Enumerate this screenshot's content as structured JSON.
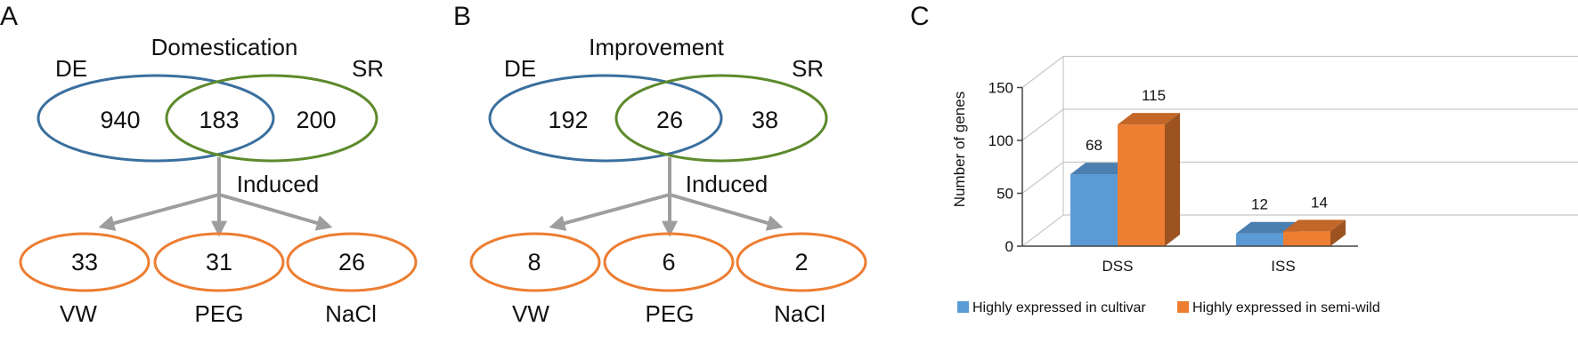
{
  "colors": {
    "de_circle": "#3a6f9e",
    "sr_circle": "#5d8a2c",
    "induced_circle": "#ed7d31",
    "arrow": "#9e9e9e",
    "series_cultivar": "#5b9bd5",
    "series_semiwild": "#ed7d31",
    "gridline": "#c8c8c8"
  },
  "panelA": {
    "letter": "A",
    "title": "Domestication",
    "left_label": "DE",
    "right_label": "SR",
    "left_only": "940",
    "overlap": "183",
    "right_only": "200",
    "induced_label": "Induced",
    "induced": [
      {
        "value": "33",
        "label": "VW"
      },
      {
        "value": "31",
        "label": "PEG"
      },
      {
        "value": "26",
        "label": "NaCl"
      }
    ]
  },
  "panelB": {
    "letter": "B",
    "title": "Improvement",
    "left_label": "DE",
    "right_label": "SR",
    "left_only": "192",
    "overlap": "26",
    "right_only": "38",
    "induced_label": "Induced",
    "induced": [
      {
        "value": "8",
        "label": "VW"
      },
      {
        "value": "6",
        "label": "PEG"
      },
      {
        "value": "2",
        "label": "NaCl"
      }
    ]
  },
  "chart_data": {
    "type": "bar",
    "panel_letter": "C",
    "categories": [
      "DSS",
      "ISS"
    ],
    "series": [
      {
        "name": "Highly expressed in cultivar",
        "values": [
          68,
          12
        ]
      },
      {
        "name": "Highly expressed in semi-wild",
        "values": [
          115,
          14
        ]
      }
    ],
    "ylabel": "Number of genes",
    "xlabel": "",
    "ylim": [
      0,
      150
    ],
    "yticks": [
      0,
      50,
      100,
      150
    ],
    "grid": true,
    "legend_position": "bottom",
    "three_d": true
  }
}
